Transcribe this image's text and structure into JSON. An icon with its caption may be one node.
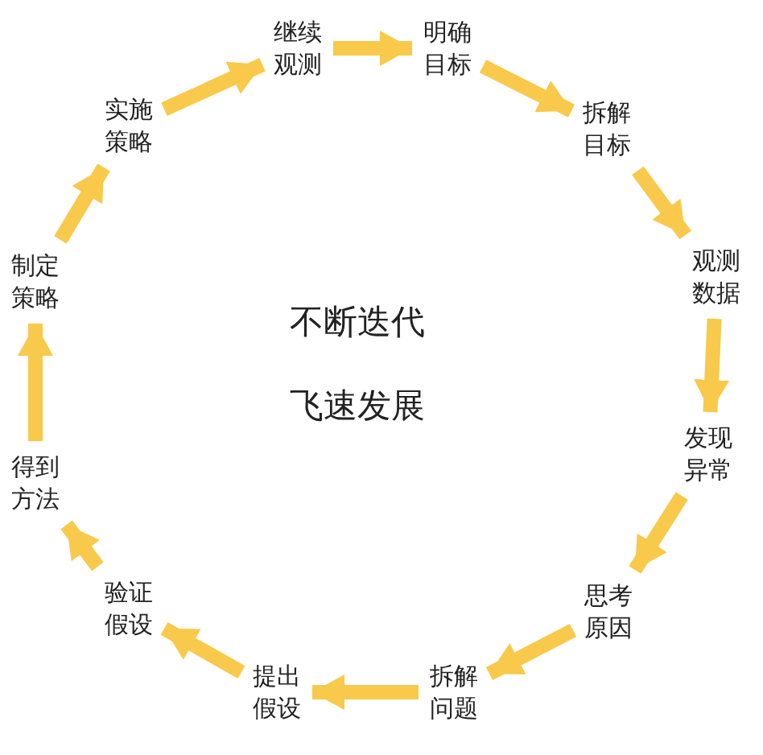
{
  "diagram": {
    "nodes": [
      {
        "text": [
          "继续观测"
        ]
      },
      {
        "text": [
          "明确目标"
        ]
      },
      {
        "text": [
          "拆解目标"
        ]
      },
      {
        "text": [
          "观测数据"
        ]
      },
      {
        "text": [
          "发现异常"
        ]
      },
      {
        "text": [
          "思考原因"
        ]
      },
      {
        "text": [
          "拆解问题"
        ]
      },
      {
        "text": [
          "提出假设"
        ]
      },
      {
        "text": [
          "验证假设"
        ]
      },
      {
        "text": [
          "得到方法"
        ]
      },
      {
        "text": [
          "制定策略"
        ]
      },
      {
        "text": [
          "实施策略"
        ]
      }
    ],
    "edges": [
      {
        "from": 0,
        "to": 1,
        "arrow": "to"
      },
      {
        "from": 1,
        "to": 2,
        "arrow": "to"
      },
      {
        "from": 2,
        "to": 3,
        "arrow": "to"
      },
      {
        "from": 3,
        "to": 4,
        "arrow": "to"
      },
      {
        "from": 4,
        "to": 5,
        "arrow": "to"
      },
      {
        "from": 5,
        "to": 6,
        "arrow": "to"
      },
      {
        "from": 6,
        "to": 7,
        "arrow": "to"
      },
      {
        "from": 7,
        "to": 8,
        "arrow": "to"
      },
      {
        "from": 8,
        "to": 9,
        "arrow": "to"
      },
      {
        "from": 9,
        "to": 10,
        "arrow": "to"
      },
      {
        "from": 10,
        "to": 11,
        "arrow": "to"
      },
      {
        "from": 11,
        "to": 0,
        "arrow": "to"
      }
    ],
    "labels": [
      "不断迭代",
      "飞速发展"
    ]
  }
}
